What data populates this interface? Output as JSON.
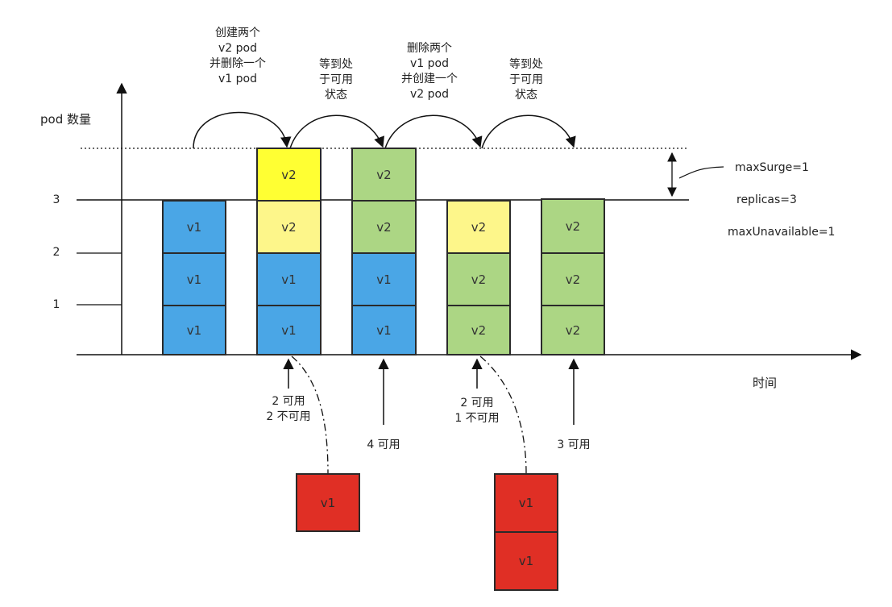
{
  "axis": {
    "y_label": "pod 数量",
    "x_label": "时间",
    "ticks": [
      "1",
      "2",
      "3"
    ]
  },
  "steps": [
    "创建两个\nv2 pod\n并删除一个\nv1 pod",
    "等到处\n于可用\n状态",
    "删除两个\nv1 pod\n并创建一个\nv2 pod",
    "等到处\n于可用\n状态"
  ],
  "params": {
    "max_surge": "maxSurge=1",
    "replicas": "replicas=3",
    "max_unavailable": "maxUnavailable=1"
  },
  "stacks": [
    [
      "v1",
      "v1",
      "v1"
    ],
    [
      "v1",
      "v1",
      "v2",
      "v2"
    ],
    [
      "v1",
      "v1",
      "v2",
      "v2"
    ],
    [
      "v2",
      "v2",
      "v2"
    ],
    [
      "v2",
      "v2",
      "v2"
    ]
  ],
  "availability": [
    "2 可用\n2 不可用",
    "4 可用",
    "2 可用\n1 不可用",
    "3 可用"
  ],
  "terminating": [
    [
      "v1"
    ],
    [
      "v1",
      "v1"
    ]
  ],
  "colors": {
    "v1": "#4aa6e6",
    "v2_pending": "#fdf68a",
    "v2_new": "#ffff33",
    "v2_ready": "#acd684",
    "terminating": "#e02f25"
  }
}
